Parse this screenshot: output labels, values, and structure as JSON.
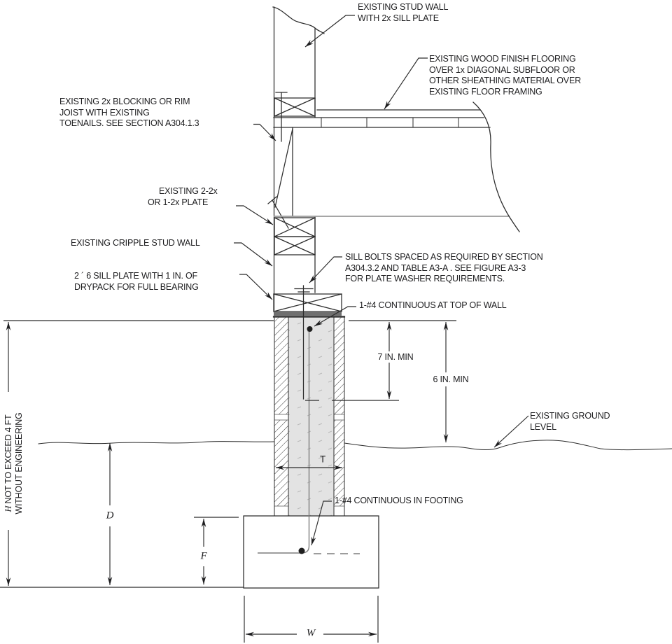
{
  "labels": {
    "stud_wall": [
      "EXISTING STUD WALL",
      "WITH 2x SILL PLATE"
    ],
    "flooring": [
      "EXISTING WOOD FINISH FLOORING",
      "OVER 1x DIAGONAL SUBFLOOR OR",
      "OTHER SHEATHING MATERIAL OVER",
      "EXISTING FLOOR FRAMING"
    ],
    "blocking": [
      "EXISTING 2x BLOCKING OR RIM",
      "JOIST WITH EXISTING",
      "TOENAILS. SEE SECTION A304.1.3"
    ],
    "plate": [
      "EXISTING 2-2x",
      "OR 1-2x PLATE"
    ],
    "cripple_wall": [
      "EXISTING CRIPPLE STUD WALL"
    ],
    "sill_plate": [
      "2 ´ 6 SILL PLATE WITH 1 IN. OF",
      "DRYPACK FOR FULL BEARING"
    ],
    "sill_bolts": [
      "SILL BOLTS SPACED AS REQUIRED BY SECTION",
      "A304.3.2 AND TABLE A3-A . SEE FIGURE A3-3",
      "FOR PLATE WASHER  REQUIREMENTS."
    ],
    "rebar_top": [
      "1-#4 CONTINUOUS AT TOP OF WALL"
    ],
    "rebar_footing": [
      "1-#4 CONTINUOUS IN FOOTING"
    ],
    "ground": [
      "EXISTING GROUND",
      "LEVEL"
    ],
    "height_note": {
      "italic": "H",
      "text": " NOT TO EXCEED 4 FT",
      "line2": "WITHOUT ENGINEERING"
    }
  },
  "dimensions": {
    "embedment": "7 IN. MIN",
    "clearance": "6 IN. MIN",
    "thickness": "T",
    "depth": "D",
    "footing_thickness": "F",
    "footing_width": "W"
  },
  "colors": {
    "line": "#2b2b2b",
    "text": "#1d1d1f",
    "concrete_fill": "#e3e3e3",
    "drypack_fill": "#6f6f6f",
    "floor_line_gray": "#9a9a9a",
    "rebar_gray": "#7d7d7d"
  }
}
